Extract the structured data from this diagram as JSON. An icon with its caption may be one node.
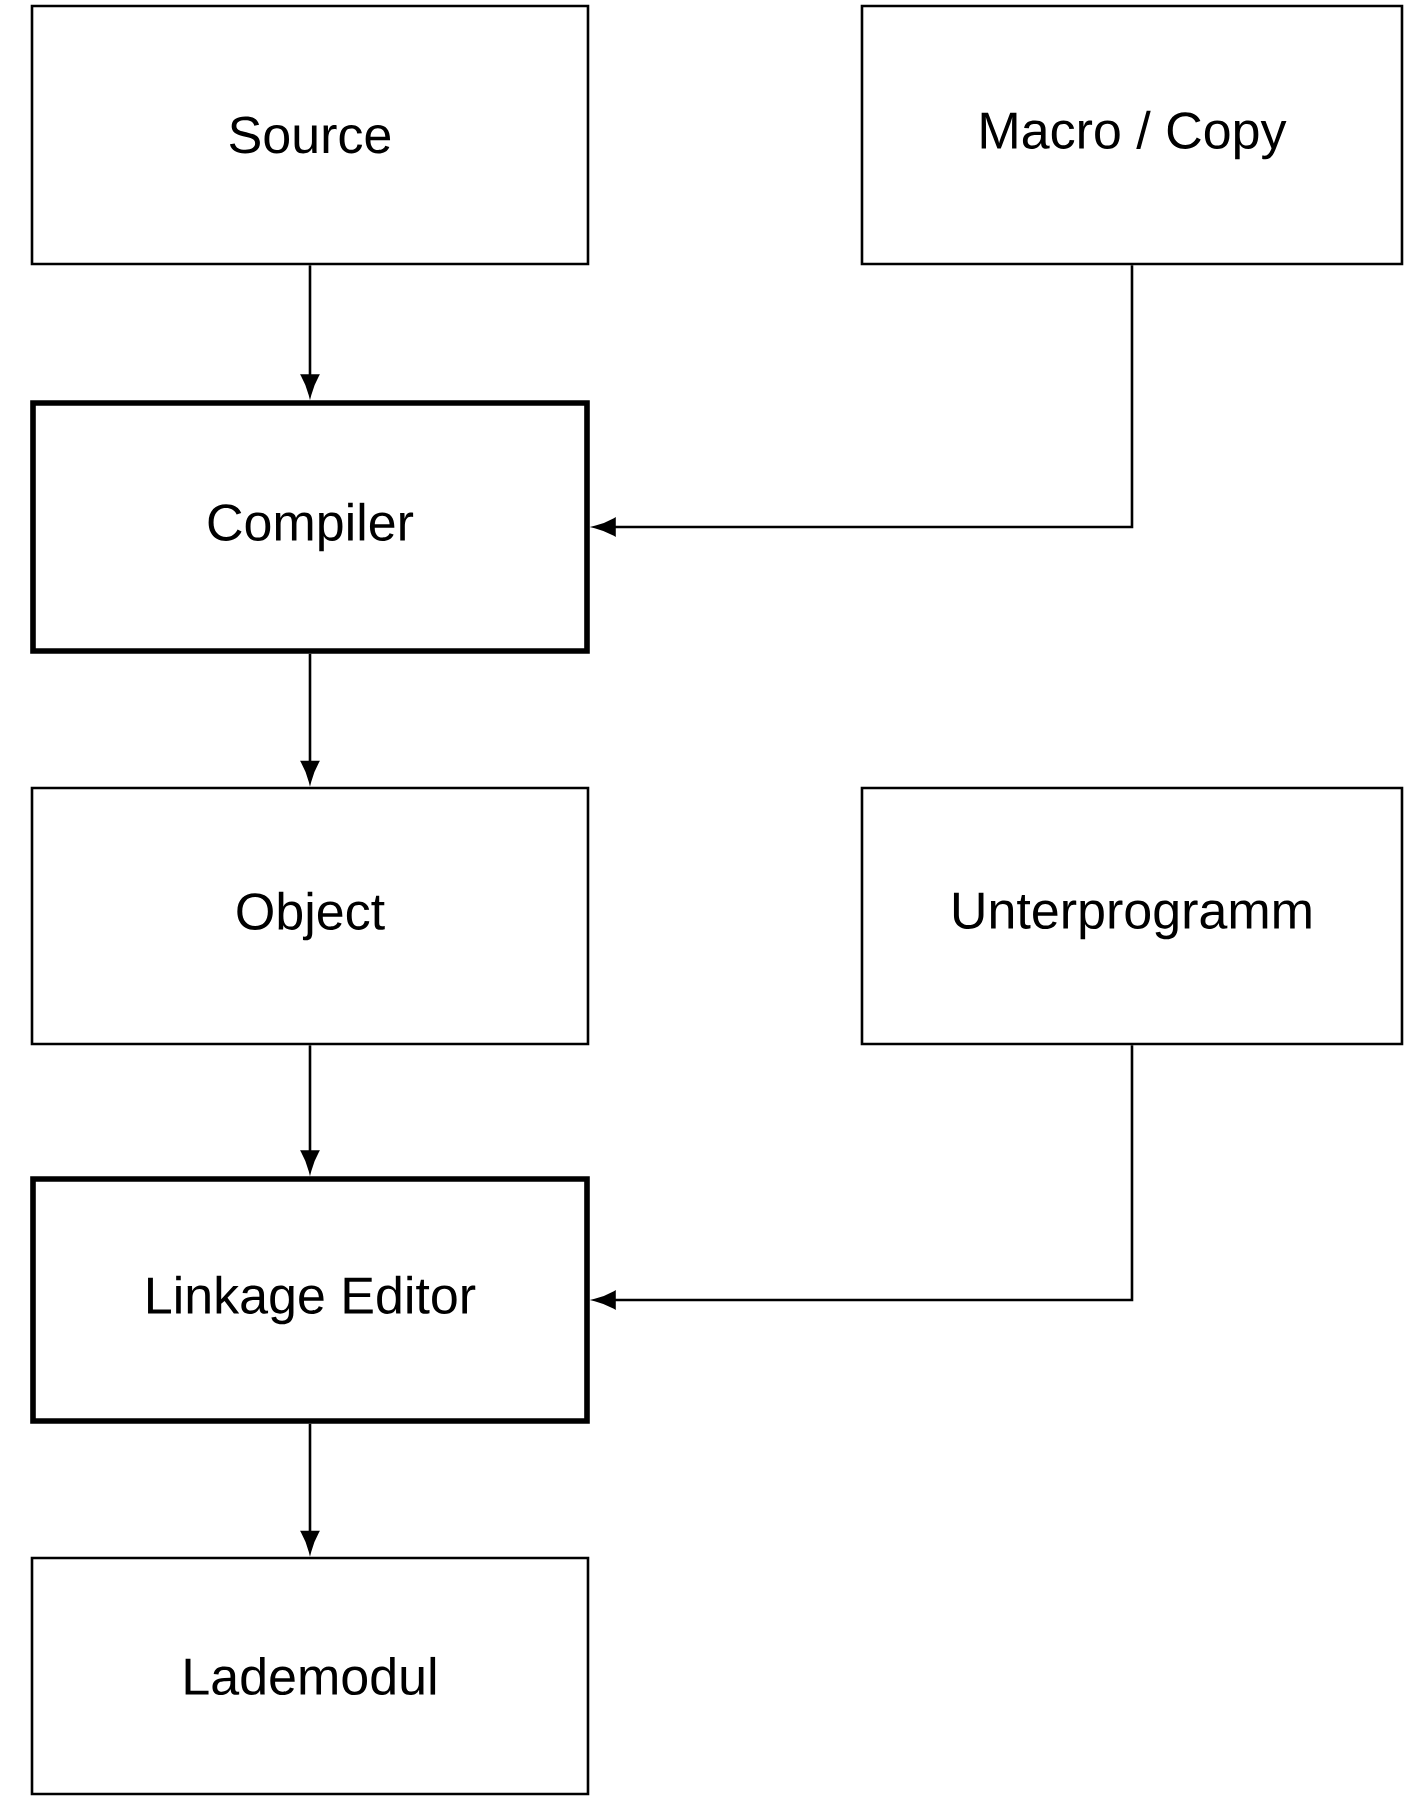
{
  "diagram": {
    "nodes": [
      {
        "text": [
          "Source"
        ]
      },
      {
        "text": [
          "Macro / Copy"
        ]
      },
      {
        "text": [
          "Compiler"
        ]
      },
      {
        "text": [
          "Object"
        ]
      },
      {
        "text": [
          "Unterprogramm"
        ]
      },
      {
        "text": [
          "Linkage Editor"
        ]
      },
      {
        "text": [
          "Lademodul"
        ]
      }
    ],
    "edges": [
      {
        "from": 0,
        "to": 2,
        "arrow": "to"
      },
      {
        "from": 1,
        "to": 2,
        "arrow": "to"
      },
      {
        "from": 2,
        "to": 3,
        "arrow": "to"
      },
      {
        "from": 3,
        "to": 5,
        "arrow": "to"
      },
      {
        "from": 4,
        "to": 5,
        "arrow": "to"
      },
      {
        "from": 5,
        "to": 6,
        "arrow": "to"
      }
    ]
  }
}
